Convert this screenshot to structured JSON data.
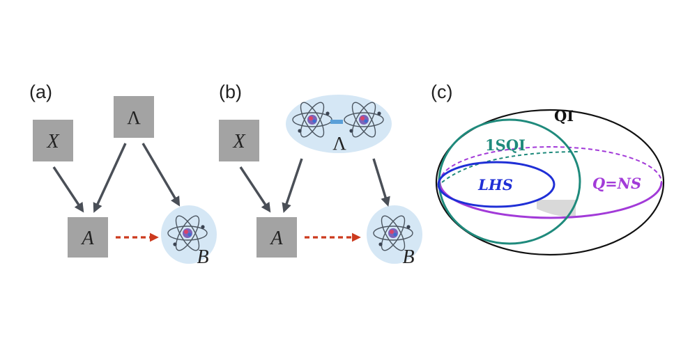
{
  "panels": {
    "a": {
      "label": "(a)",
      "nodes": {
        "x": "X",
        "lambda": "Λ",
        "a": "A",
        "b": "B"
      }
    },
    "b": {
      "label": "(b)",
      "nodes": {
        "x": "X",
        "lambda": "Λ",
        "a": "A",
        "b": "B"
      }
    },
    "c": {
      "label": "(c)",
      "sets": {
        "qi": "QI",
        "sqi": "1SQI",
        "lhs": "LHS",
        "qns": "Q=NS"
      }
    }
  },
  "colors": {
    "box": "#a3a3a3",
    "atom_bubble": "#d5e7f5",
    "red_arrow": "#cc3a1e",
    "qi": "#111111",
    "sqi": "#1f8a7c",
    "lhs": "#1f2fd6",
    "qns": "#a23ad8"
  }
}
